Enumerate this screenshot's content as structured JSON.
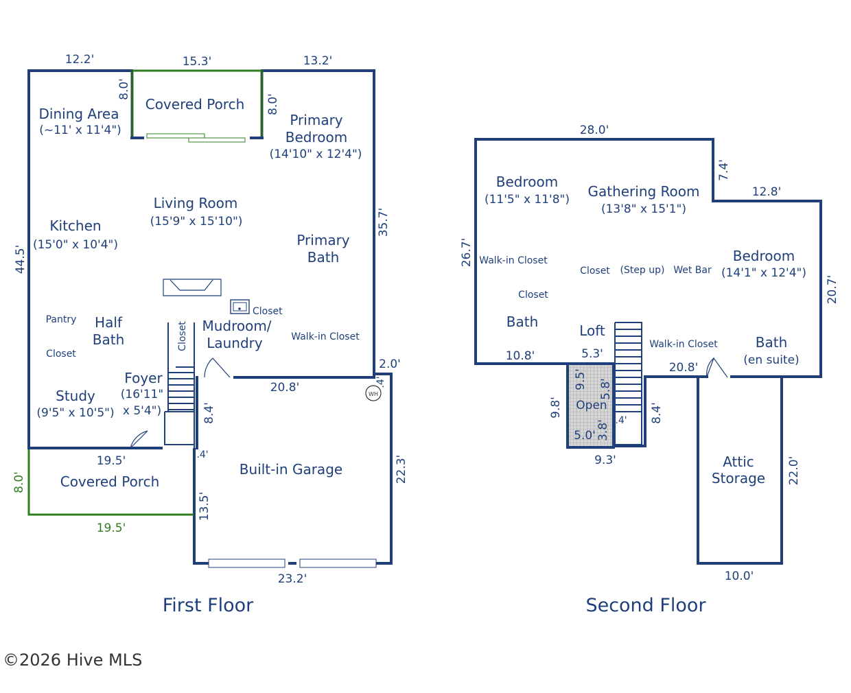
{
  "first_floor": {
    "title": "First Floor",
    "rooms": {
      "dining": "Dining Area",
      "dining_size": "(~11' x 11'4\")",
      "porch_top": "Covered Porch",
      "primary_bed": "Primary",
      "primary_bed2": "Bedroom",
      "primary_bed_size": "(14'10\" x 12'4\")",
      "living": "Living Room",
      "living_size": "(15'9\" x 15'10\")",
      "kitchen": "Kitchen",
      "kitchen_size": "(15'0\" x 10'4\")",
      "primary_bath": "Primary",
      "primary_bath2": "Bath",
      "closet1": "Closet",
      "closet_vertical": "Closet",
      "mudroom": "Mudroom/",
      "mudroom2": "Laundry",
      "walkin": "Walk-in Closet",
      "pantry": "Pantry",
      "half_bath": "Half",
      "half_bath2": "Bath",
      "closet2": "Closet",
      "foyer": "Foyer",
      "foyer_size1": "(16'11\"",
      "foyer_size2": "x 5'4\")",
      "study": "Study",
      "study_size": "(9'5\" x 10'5\")",
      "porch_bottom": "Covered Porch",
      "garage": "Built-in Garage",
      "wh": "WH"
    },
    "dims": {
      "d1": "12.2'",
      "d2": "15.3'",
      "d3": "13.2'",
      "d4": "8.0'",
      "d5": "8.0'",
      "d6": "35.7'",
      "d7": "44.5'",
      "d8": "2.0'",
      "d9": "20.8'",
      "d10": ".4'",
      "d11": "8.4'",
      "d12": "19.5'",
      "d13": ".4'",
      "d14": "8.0'",
      "d15": "19.5'",
      "d16": "13.5'",
      "d17": "22.3'",
      "d18": "23.2'"
    }
  },
  "second_floor": {
    "title": "Second Floor",
    "rooms": {
      "bedroom1": "Bedroom",
      "bedroom1_size": "(11'5\" x 11'8\")",
      "gathering": "Gathering Room",
      "gathering_size": "(13'8\" x 15'1\")",
      "walkin1": "Walk-in Closet",
      "closet_a": "Closet",
      "stepup": "(Step up)",
      "wetbar": "Wet Bar",
      "bedroom2": "Bedroom",
      "bedroom2_size": "(14'1\" x 12'4\")",
      "closet_b": "Closet",
      "bath1": "Bath",
      "loft": "Loft",
      "walkin2": "Walk-in Closet",
      "bath2": "Bath",
      "bath2_sub": "(en suite)",
      "open": "Open",
      "attic": "Attic",
      "attic2": "Storage"
    },
    "dims": {
      "d1": "28.0'",
      "d2": "7.4'",
      "d3": "12.8'",
      "d4": "26.7'",
      "d5": "20.7'",
      "d6": "10.8'",
      "d7": "5.3'",
      "d8": "20.8'",
      "d9": "9.5'",
      "d10": "5.8'",
      "d11": "9.8'",
      "d12": "3.8'",
      "d13": ".4'",
      "d14": "5.0'",
      "d15": "8.4'",
      "d16": "9.3'",
      "d17": "22.0'",
      "d18": "10.0'"
    }
  },
  "copyright": "©2026 Hive MLS"
}
